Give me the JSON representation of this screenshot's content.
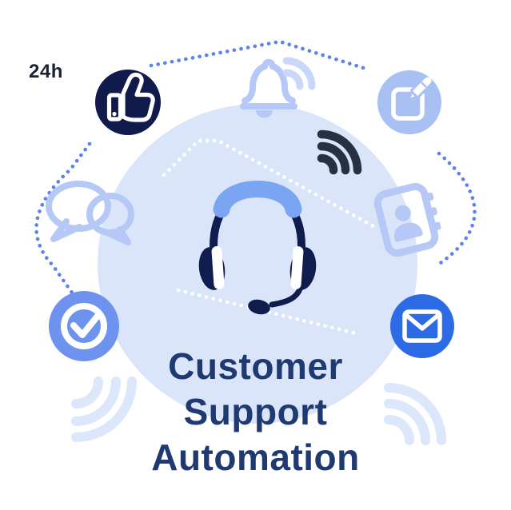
{
  "badge_24h": "24h",
  "title": {
    "full": "Customer Support Automation",
    "lines": [
      "Customer",
      "Support",
      "Automation"
    ]
  },
  "icons": [
    "thumbs-up-icon",
    "bell-icon",
    "sound-waves-icon",
    "compose-icon",
    "wifi-signal-icon",
    "chat-bubbles-icon",
    "contact-book-icon",
    "check-circle-icon",
    "mail-icon",
    "headset-illustration",
    "wifi-arcs-bottom-left-icon",
    "wifi-arcs-bottom-right-icon"
  ],
  "colors": {
    "ink": "#28313f",
    "navy": "#101b4b",
    "headset-navy": "#0e1c4e",
    "headband-blue": "#79a5f3",
    "periwinkle": "#b5c8f6",
    "periwinkle-light": "#c9d7f9",
    "circle-bg": "#dbe5fa",
    "compose-bg": "#a9c0f3",
    "check-bg": "#6d93ee",
    "mail-bg": "#2d6ae5",
    "dot-blue": "#5b82ed",
    "arc-light": "#dde7fb",
    "title-navy": "#1e3a70",
    "badge-ink": "#1a2332"
  }
}
